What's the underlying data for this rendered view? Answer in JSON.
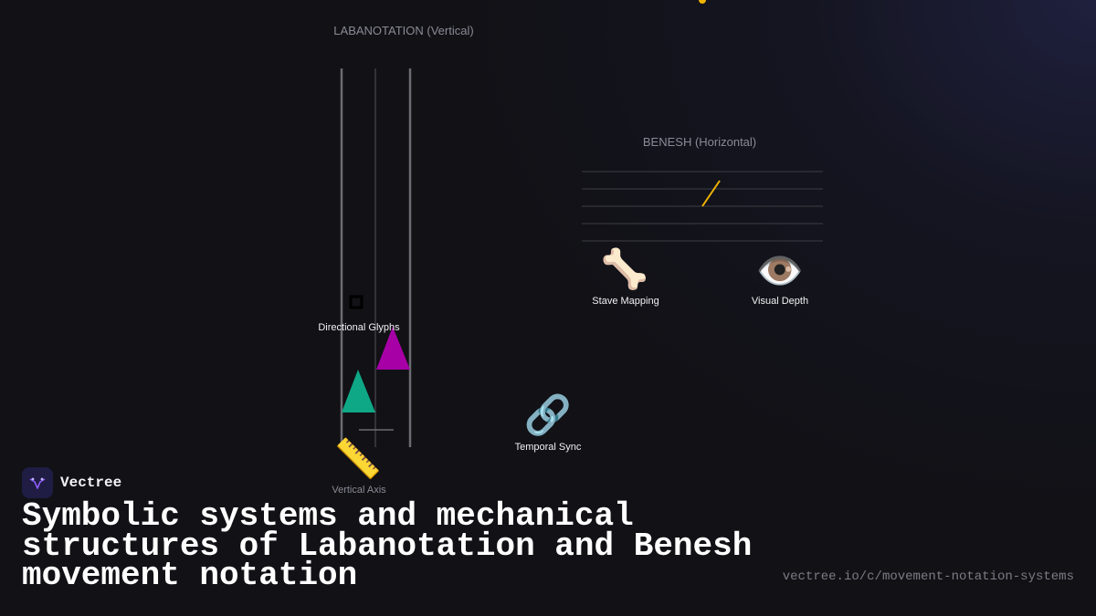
{
  "diagram": {
    "laban_title": "LABANOTATION (Vertical)",
    "benesh_title": "BENESH (Horizontal)",
    "labels": {
      "directional_glyphs": "Directional Glyphs",
      "vertical_axis": "Vertical Axis",
      "temporal_sync": "Temporal Sync",
      "stave_mapping": "Stave Mapping",
      "visual_depth": "Visual Depth"
    },
    "icons": {
      "vertical_axis": "ruler-icon",
      "temporal_sync": "link-icon",
      "stave_mapping": "bone-icon",
      "visual_depth": "eye-icon"
    },
    "colors": {
      "magenta_triangle": "#a600a6",
      "teal_triangle": "#0fa886",
      "benesh_stroke": "#f0b400",
      "accent_dot": "#f0b400"
    }
  },
  "brand": {
    "name": "Vectree"
  },
  "headline": "Symbolic systems and mechanical structures of Labanotation and Benesh movement notation",
  "url": "vectree.io/c/movement-notation-systems"
}
